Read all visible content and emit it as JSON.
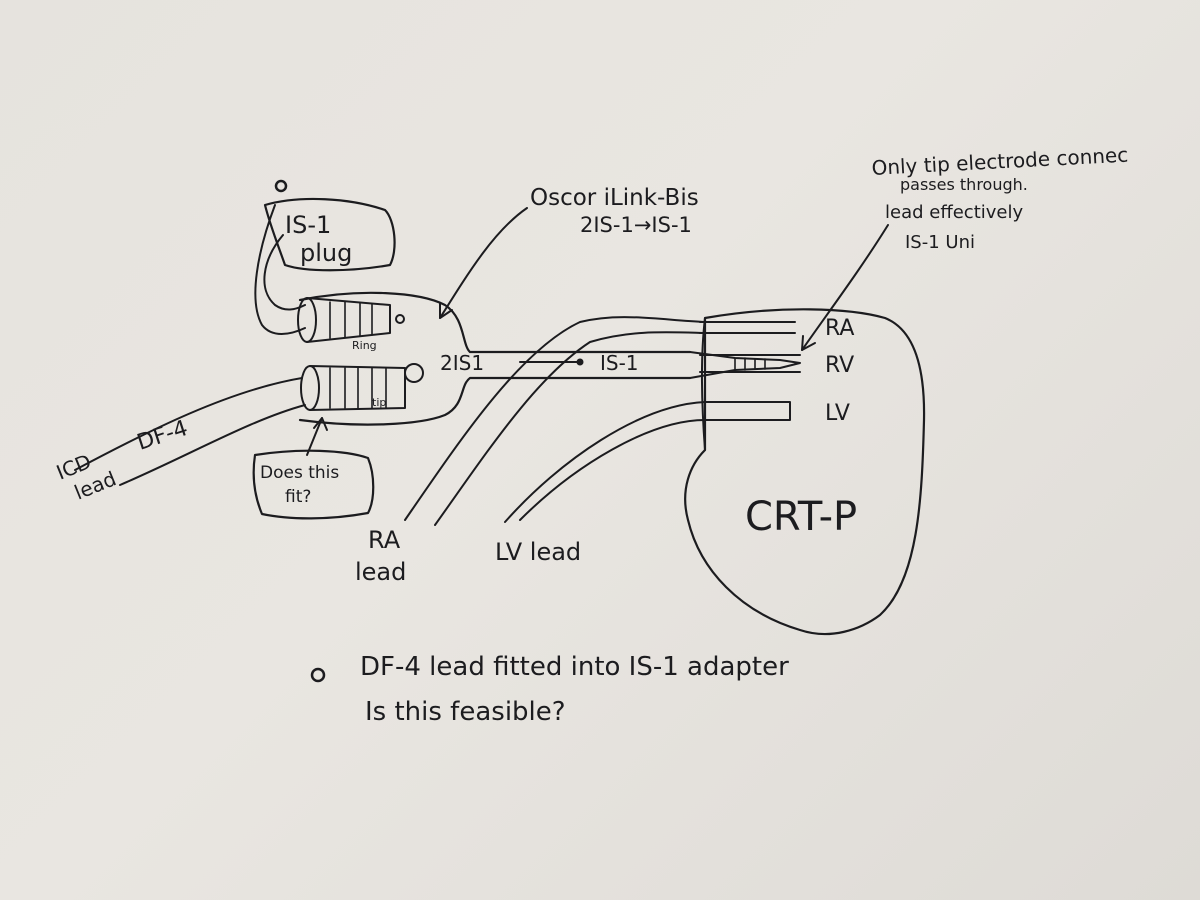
{
  "labels": {
    "plug": "IS-1\nplug",
    "adapter_name": "Oscor iLink-Bis",
    "adapter_spec": "2IS-1→IS-1",
    "note_line1": "Only tip electrode connec",
    "note_line2": "passes through.",
    "note_line3": "lead effectively",
    "note_line4": "IS-1 Uni",
    "ring": "Ring",
    "tip": "tip",
    "adapter_in": "2IS1",
    "adapter_out": "IS-1",
    "port_ra": "RA",
    "port_rv": "RV",
    "port_lv": "LV",
    "icd_lead": "ICD\nlead",
    "df4": "DF-4",
    "fit_question": "Does this\nfit?",
    "ra_lead": "RA\nlead",
    "lv_lead": "LV lead",
    "device": "CRT-P",
    "footnote_line1": "DF-4 lead fitted into IS-1 adapter",
    "footnote_line2": "Is this feasible?"
  }
}
